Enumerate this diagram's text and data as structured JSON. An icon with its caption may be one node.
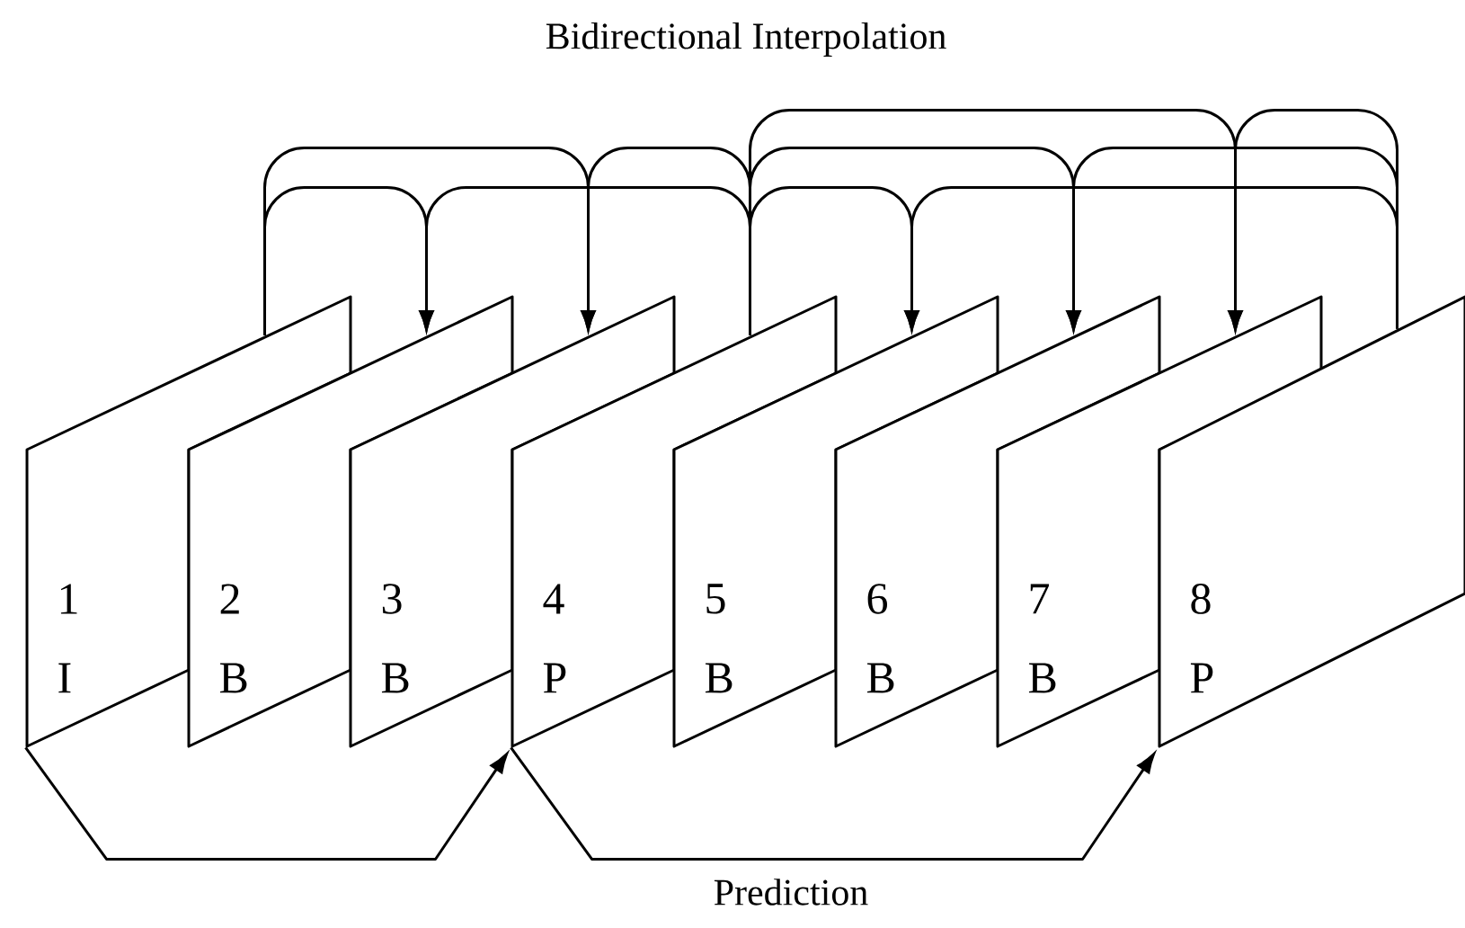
{
  "diagram": {
    "title": "Bidirectional Interpolation",
    "nodes": [
      {
        "text": [
          "1",
          "I"
        ]
      },
      {
        "text": [
          "2",
          "B"
        ]
      },
      {
        "text": [
          "3",
          "B"
        ]
      },
      {
        "text": [
          "4",
          "P"
        ]
      },
      {
        "text": [
          "5",
          "B"
        ]
      },
      {
        "text": [
          "6",
          "B"
        ]
      },
      {
        "text": [
          "7",
          "B"
        ]
      },
      {
        "text": [
          "8",
          "P"
        ]
      }
    ],
    "edges": [
      {
        "from": 0,
        "to": 1,
        "arrow": "to"
      },
      {
        "from": 0,
        "to": 2,
        "arrow": "to"
      },
      {
        "from": 3,
        "to": 1,
        "arrow": "to"
      },
      {
        "from": 3,
        "to": 2,
        "arrow": "to"
      },
      {
        "from": 3,
        "to": 4,
        "arrow": "to"
      },
      {
        "from": 3,
        "to": 5,
        "arrow": "to"
      },
      {
        "from": 3,
        "to": 6,
        "arrow": "to"
      },
      {
        "from": 7,
        "to": 4,
        "arrow": "to"
      },
      {
        "from": 7,
        "to": 5,
        "arrow": "to"
      },
      {
        "from": 7,
        "to": 6,
        "arrow": "to"
      },
      {
        "from": 0,
        "to": 3,
        "arrow": "to"
      },
      {
        "from": 3,
        "to": 7,
        "arrow": "to"
      }
    ],
    "labels": [
      "Prediction"
    ]
  }
}
